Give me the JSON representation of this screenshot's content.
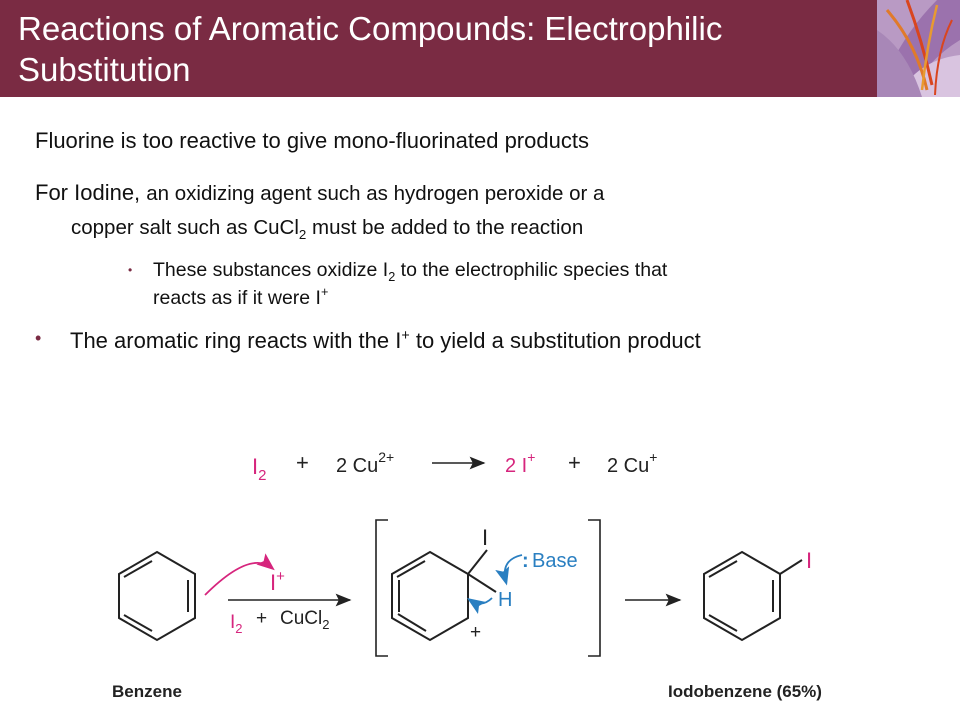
{
  "title": "Reactions of Aromatic Compounds: Electrophilic Substitution",
  "body": {
    "p1": "Fluorine is too reactive to give mono-fluorinated products",
    "p2_lead": "For Iodine, ",
    "p2_rest_a": "an oxidizing agent such as hydrogen peroxide or a",
    "p2_rest_b": "copper salt such as CuCl",
    "p2_sub": "2",
    "p2_rest_c": " must be added to the reaction",
    "sub_bullet_a": "These substances oxidize I",
    "sub_bullet_sub": "2",
    "sub_bullet_b": " to the electrophilic species that",
    "sub_bullet_c": "reacts as if it were I",
    "sub_bullet_sup": "+",
    "bullet_a": "The aromatic ring reacts with the I",
    "bullet_sup": "+",
    "bullet_b": " to yield a substitution product"
  },
  "equation": {
    "i2": "I",
    "i2_sub": "2",
    "plus1": "+",
    "cu_coef": "2 Cu",
    "cu_charge": "2+",
    "ip_coef": "2 I",
    "ip_charge": "+",
    "plus2": "+",
    "cup_coef": "2 Cu",
    "cup_charge": "+"
  },
  "scheme": {
    "iplus": "I",
    "iplus_charge": "+",
    "reagent_i2": "I",
    "reagent_sub": "2",
    "reagent_plus": "+",
    "reagent_cucl": "CuCl",
    "reagent_cucl_sub": "2",
    "int_i": "I",
    "int_h": "H",
    "int_plus": "+",
    "base_dots": ":",
    "base": "Base",
    "product_i": "I",
    "label_benzene": "Benzene",
    "label_product": "Iodobenzene (65%)"
  },
  "colors": {
    "accent": "#7a2b43",
    "magenta": "#d6257d",
    "blue": "#2a7fc1"
  }
}
